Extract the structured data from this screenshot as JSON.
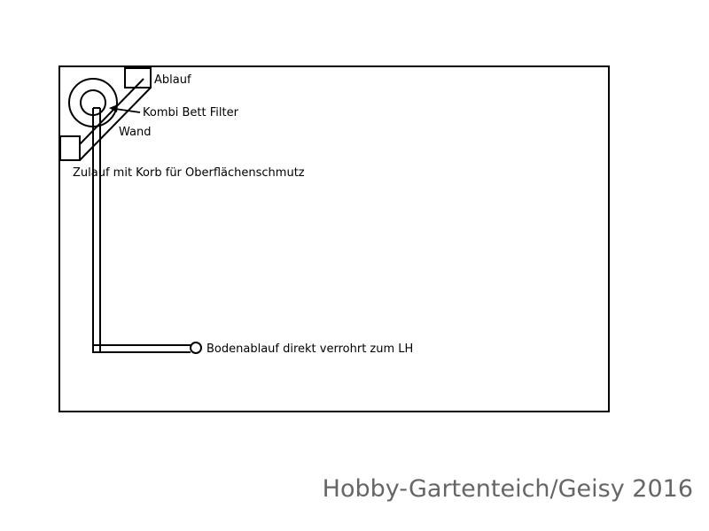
{
  "labels": {
    "ablauf": "Ablauf",
    "kombi_bett_filter": "Kombi Bett Filter",
    "wand": "Wand",
    "zulauf": "Zulauf mit Korb für Oberflächenschmutz",
    "bodenablauf": "Bodenablauf direkt verrohrt zum LH"
  },
  "watermark": "Hobby-Gartenteich/Geisy 2016",
  "colors": {
    "line": "#000000",
    "watermark": "#666666",
    "background": "#ffffff"
  }
}
